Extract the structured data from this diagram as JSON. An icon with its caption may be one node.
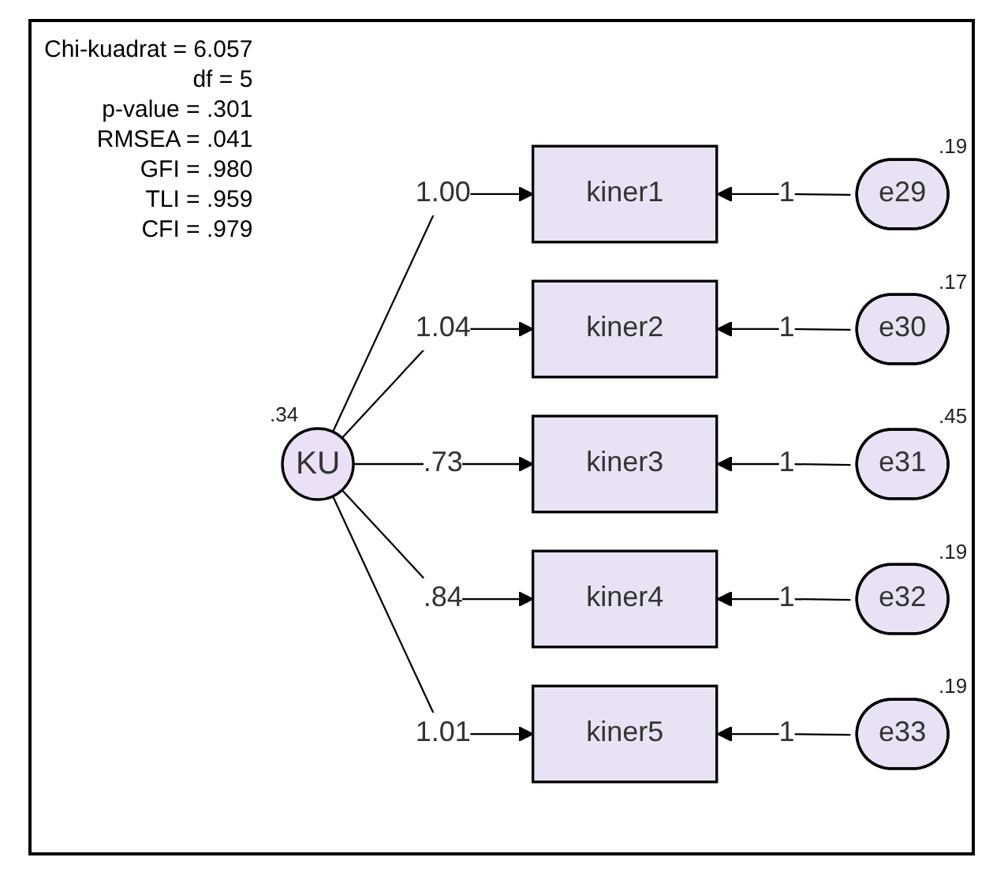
{
  "diagram": {
    "nodes": [
      {
        "text": [
          "KU"
        ],
        "beside": [
          ".34"
        ]
      },
      {
        "text": [
          "kiner1"
        ]
      },
      {
        "text": [
          "kiner2"
        ]
      },
      {
        "text": [
          "kiner3"
        ]
      },
      {
        "text": [
          "kiner4"
        ]
      },
      {
        "text": [
          "kiner5"
        ]
      },
      {
        "text": [
          "e29"
        ],
        "beside": [
          ".19"
        ]
      },
      {
        "text": [
          "e30"
        ],
        "beside": [
          ".17"
        ]
      },
      {
        "text": [
          "e31"
        ],
        "beside": [
          ".45"
        ]
      },
      {
        "text": [
          "e32"
        ],
        "beside": [
          ".19"
        ]
      },
      {
        "text": [
          "e33"
        ],
        "beside": [
          ".19"
        ]
      }
    ],
    "edges": [
      {
        "from": 0,
        "to": 1,
        "arrow": "to",
        "label": "1.00"
      },
      {
        "from": 0,
        "to": 2,
        "arrow": "to",
        "label": "1.04"
      },
      {
        "from": 0,
        "to": 3,
        "arrow": "to",
        "label": ".73"
      },
      {
        "from": 0,
        "to": 4,
        "arrow": "to",
        "label": ".84"
      },
      {
        "from": 0,
        "to": 5,
        "arrow": "to",
        "label": "1.01"
      },
      {
        "from": 6,
        "to": 1,
        "arrow": "to",
        "label": "1"
      },
      {
        "from": 7,
        "to": 2,
        "arrow": "to",
        "label": "1"
      },
      {
        "from": 8,
        "to": 3,
        "arrow": "to",
        "label": "1"
      },
      {
        "from": 9,
        "to": 4,
        "arrow": "to",
        "label": "1"
      },
      {
        "from": 10,
        "to": 5,
        "arrow": "to",
        "label": "1"
      }
    ],
    "labels": [
      "Chi-kuadrat = 6.057",
      "df = 5",
      "p-value = .301",
      "RMSEA = .041",
      "GFI = .980",
      "TLI = .959",
      "CFI = .979"
    ]
  }
}
